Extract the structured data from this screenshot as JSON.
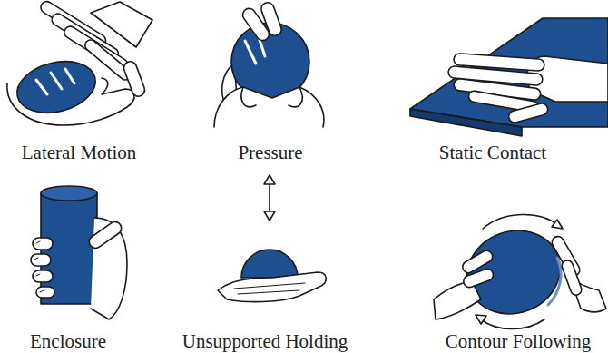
{
  "diagram": {
    "labels": [
      "Lateral Motion",
      "Pressure",
      "Static Contact",
      "Enclosure",
      "Unsupported Holding",
      "Contour Following"
    ]
  }
}
